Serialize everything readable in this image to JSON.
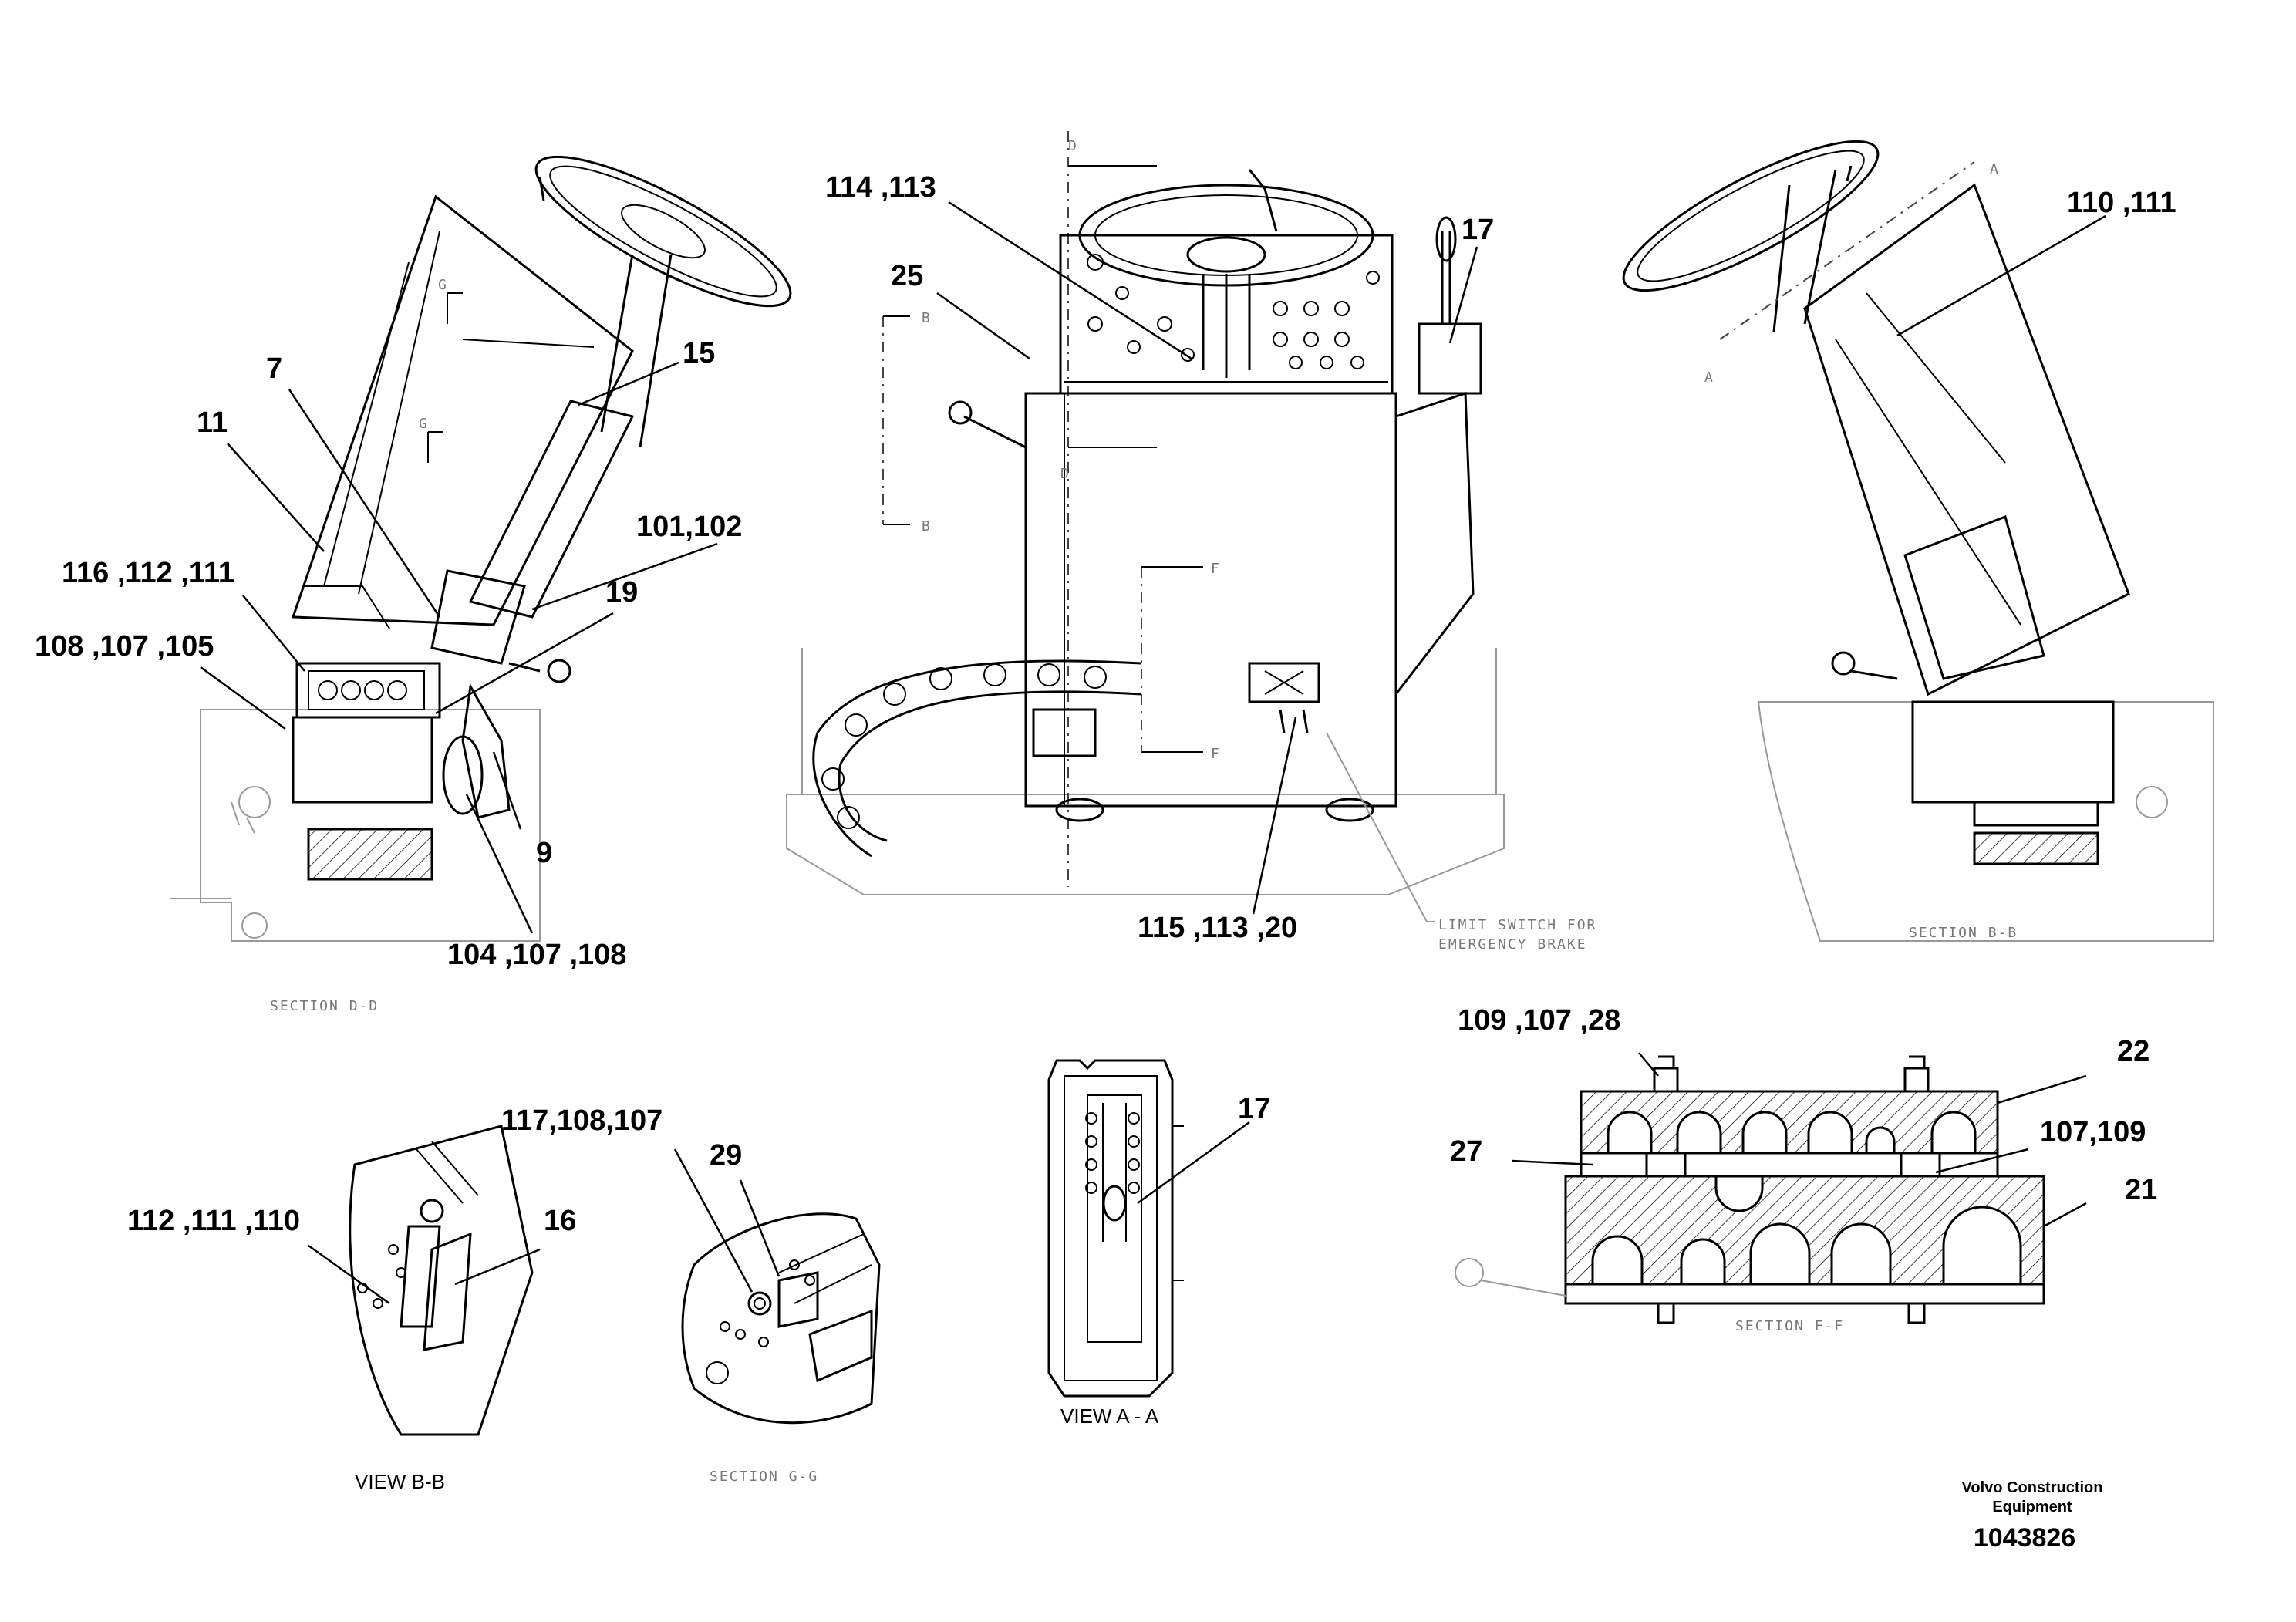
{
  "callouts": {
    "c_114_113": "114 ,113",
    "c_25": "25",
    "c_17_top": "17",
    "c_110_111": "110 ,111",
    "c_7": "7",
    "c_15": "15",
    "c_11": "11",
    "c_101_102": "101,102",
    "c_116_112_111": "116 ,112 ,111",
    "c_19": "19",
    "c_108_107_105": "108 ,107 ,105",
    "c_9": "9",
    "c_104_107_108": "104 ,107 ,108",
    "c_115_113_20": "115 ,113 ,20",
    "c_109_107_28": "109 ,107 ,28",
    "c_22": "22",
    "c_27": "27",
    "c_107_109": "107,109",
    "c_21": "21",
    "c_117_108_107": "117,108,107",
    "c_29": "29",
    "c_17_view": "17",
    "c_112_111_110": "112 ,111 ,110",
    "c_16": "16"
  },
  "view_titles": {
    "section_dd": "SECTION D-D",
    "section_bb": "SECTION B-B",
    "section_gg": "SECTION G-G",
    "section_ff": "SECTION F-F",
    "view_bb": "VIEW B-B",
    "view_aa": "VIEW A - A"
  },
  "notes": {
    "limit_switch_1": "LIMIT SWITCH FOR",
    "limit_switch_2": "EMERGENCY BRAKE"
  },
  "section_marks": {
    "d": "D",
    "b": "B",
    "f": "F",
    "g": "G",
    "a": "A"
  },
  "footer": {
    "brand_line1": "Volvo Construction",
    "brand_line2": "Equipment",
    "drawing_number": "1043826"
  },
  "colors": {
    "line": "#000000",
    "faint": "#999999",
    "background": "#ffffff"
  }
}
